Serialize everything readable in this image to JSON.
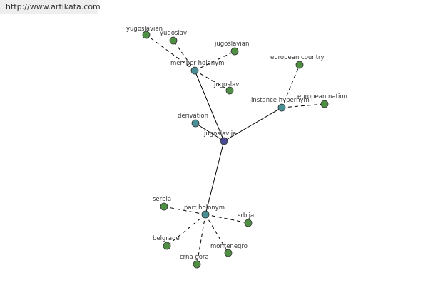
{
  "source_link": "http://www.artikata.com",
  "colors": {
    "center": "#4b4b94",
    "relation": "#4a8f95",
    "leaf": "#4f8f43",
    "edge": "#000000",
    "label": "#333333"
  },
  "graph": {
    "center": {
      "id": "jugoslavija",
      "label": "jugoslavija"
    },
    "relations": [
      {
        "id": "member-holonym",
        "label": "member holonym"
      },
      {
        "id": "instance-hypernym",
        "label": "instance hypernym"
      },
      {
        "id": "derivation",
        "label": "derivation"
      },
      {
        "id": "part-holonym",
        "label": "part holonym"
      }
    ],
    "leaves": [
      {
        "id": "yugoslavian",
        "label": "yugoslavian",
        "parent": "member-holonym"
      },
      {
        "id": "yugoslav",
        "label": "yugoslav",
        "parent": "member-holonym"
      },
      {
        "id": "jugoslavian",
        "label": "jugoslavian",
        "parent": "member-holonym"
      },
      {
        "id": "jugoslav",
        "label": "jugoslav",
        "parent": "member-holonym"
      },
      {
        "id": "european-country",
        "label": "european country",
        "parent": "instance-hypernym"
      },
      {
        "id": "european-nation",
        "label": "european nation",
        "parent": "instance-hypernym"
      },
      {
        "id": "serbia",
        "label": "serbia",
        "parent": "part-holonym"
      },
      {
        "id": "srbija",
        "label": "srbija",
        "parent": "part-holonym"
      },
      {
        "id": "belgrade",
        "label": "belgrade",
        "parent": "part-holonym"
      },
      {
        "id": "crna-gora",
        "label": "crna gora",
        "parent": "part-holonym"
      },
      {
        "id": "montenegro",
        "label": "montenegro",
        "parent": "part-holonym"
      }
    ]
  }
}
